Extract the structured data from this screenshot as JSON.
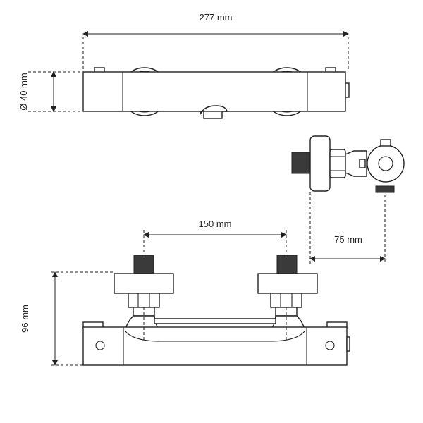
{
  "dimensions": {
    "total_length": "277 mm",
    "diameter": "Ø 40 mm",
    "inlet_spacing": "150 mm",
    "wall_offset": "75 mm",
    "height": "96 mm"
  },
  "colors": {
    "line": "#222222",
    "connector_fill": "#3a3a3a",
    "background": "#ffffff"
  }
}
